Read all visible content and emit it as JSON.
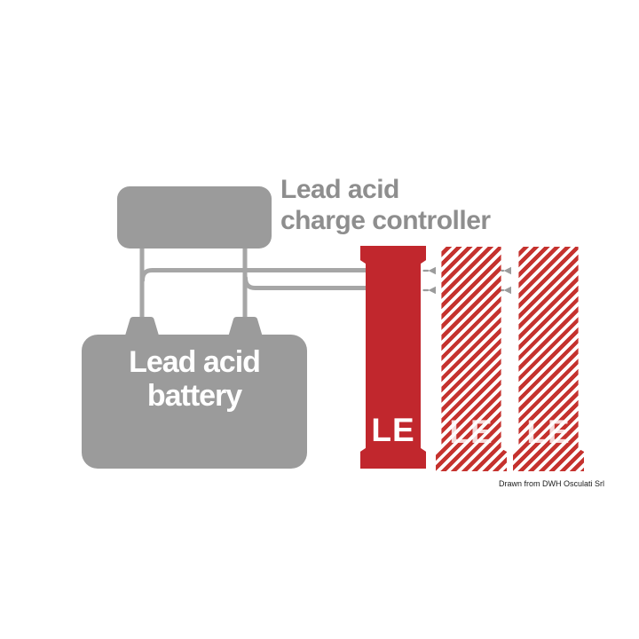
{
  "diagram": {
    "controller": {
      "label_line1": "Lead acid",
      "label_line2": "charge controller"
    },
    "battery": {
      "label_line1": "Lead acid",
      "label_line2": "battery"
    },
    "lights": [
      {
        "label": "LE",
        "style": "solid"
      },
      {
        "label": "LE",
        "style": "hatched"
      },
      {
        "label": "LE",
        "style": "hatched"
      }
    ],
    "caption": "Drawn from DWH Osculati Srl"
  },
  "colors": {
    "red": "#c1272d",
    "hatch_red": "#c5322e",
    "box_gray": "#9b9b9b",
    "wire_gray": "#a6a6a6",
    "title_gray": "#8e8e8e",
    "background": "#ffffff"
  }
}
